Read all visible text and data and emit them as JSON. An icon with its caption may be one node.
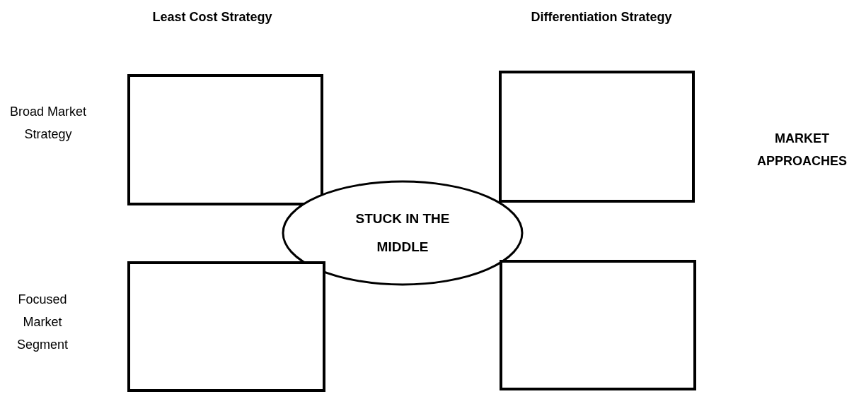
{
  "diagram": {
    "nodes": [
      {
        "text": [],
        "shape": "box"
      },
      {
        "text": [],
        "shape": "box"
      },
      {
        "text": [
          "STUCK IN THE MIDDLE"
        ]
      },
      {
        "text": [],
        "shape": "box"
      },
      {
        "text": [],
        "shape": "box"
      }
    ],
    "labels": [
      "Least Cost Strategy",
      "Differentiation Strategy",
      "Broad Market Strategy",
      "MARKET APPROACHES",
      "Focused Market Segment"
    ]
  }
}
